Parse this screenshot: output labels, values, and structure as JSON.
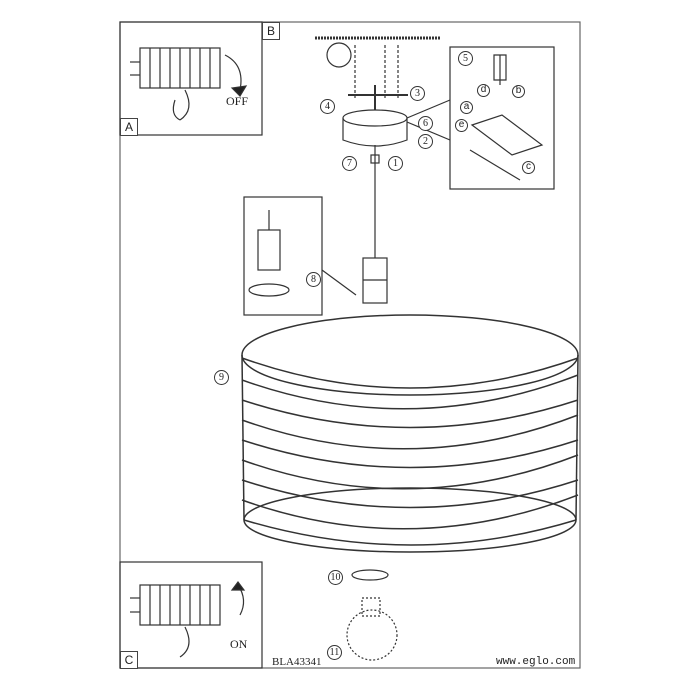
{
  "panels": {
    "a": "A",
    "b": "B",
    "c": "C"
  },
  "switch": {
    "off": "OFF",
    "on": "ON"
  },
  "steps": [
    "1",
    "2",
    "3",
    "4",
    "5",
    "6",
    "7",
    "8",
    "9",
    "10",
    "11"
  ],
  "parts": {
    "a": "a",
    "b": "b",
    "c": "c",
    "d": "d",
    "e": "e"
  },
  "footer": {
    "code": "BLA43341",
    "url": "www.eglo.com"
  }
}
